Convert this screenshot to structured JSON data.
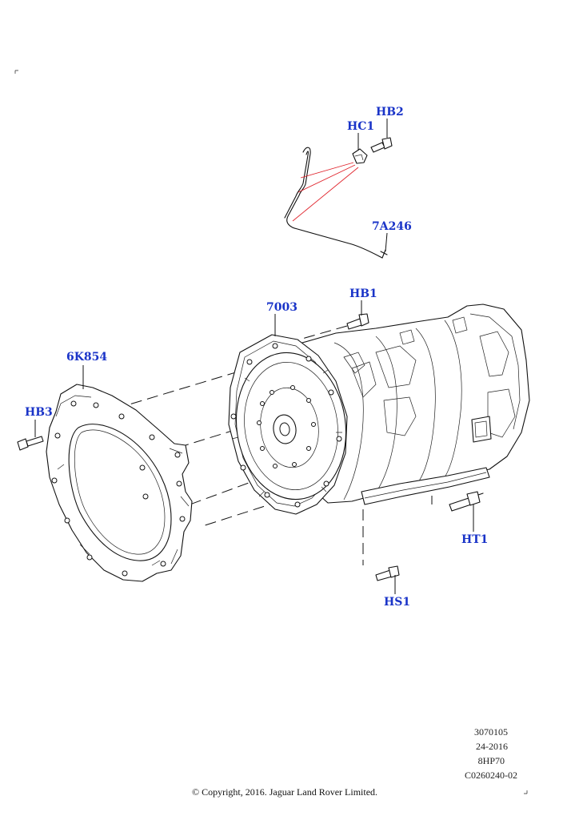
{
  "callouts": {
    "hb2": "HB2",
    "hc1": "HC1",
    "a246": "7A246",
    "hb1": "HB1",
    "t7003": "7003",
    "k854": "6K854",
    "hb3": "HB3",
    "ht1": "HT1",
    "hs1": "HS1"
  },
  "info": {
    "line1": "3070105",
    "line2": "24-2016",
    "line3": "8HP70",
    "line4": "C0260240-02"
  },
  "copyright": "© Copyright, 2016. Jaguar Land Rover Limited.",
  "colors": {
    "callout": "#1a34c8",
    "leader_red": "#e0242c"
  }
}
